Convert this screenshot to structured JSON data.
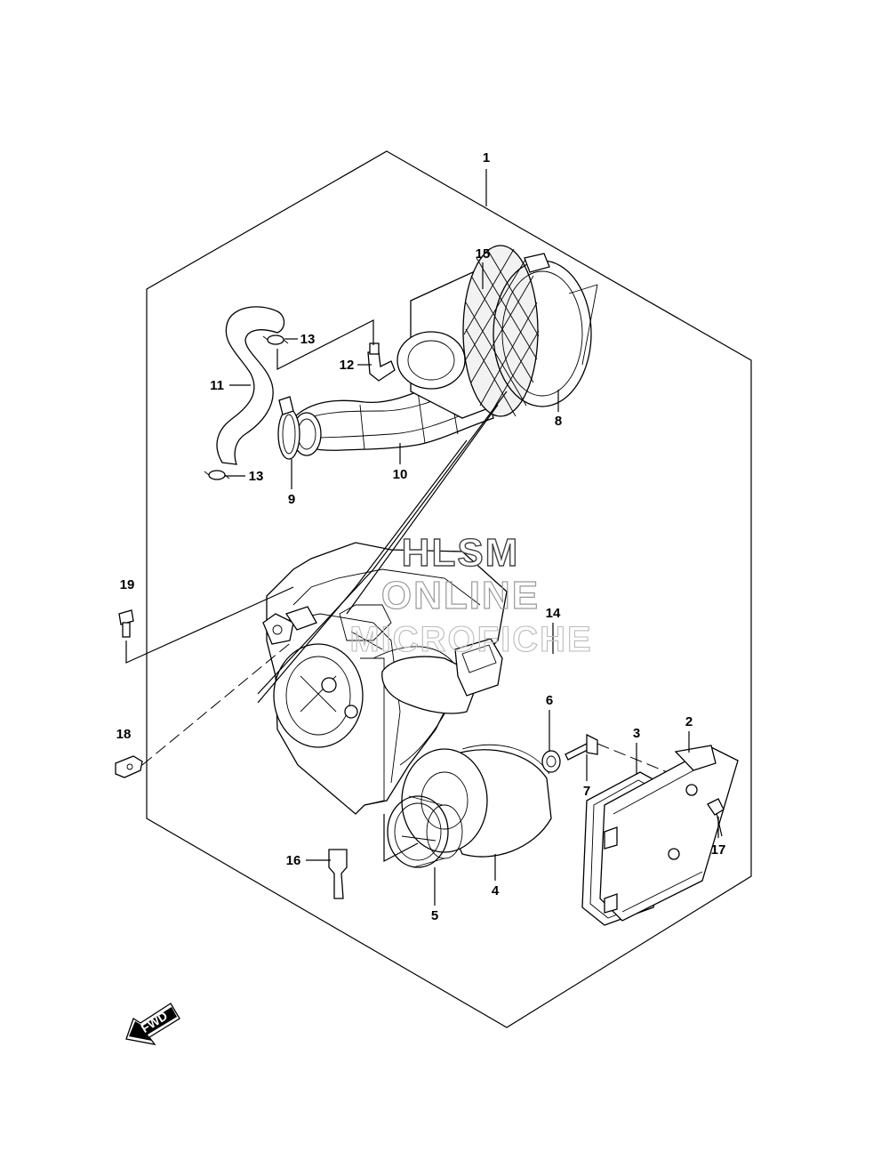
{
  "callouts": [
    {
      "id": "p1",
      "label": "1"
    },
    {
      "id": "p2",
      "label": "2"
    },
    {
      "id": "p3",
      "label": "3"
    },
    {
      "id": "p4",
      "label": "4"
    },
    {
      "id": "p5",
      "label": "5"
    },
    {
      "id": "p6",
      "label": "6"
    },
    {
      "id": "p7",
      "label": "7"
    },
    {
      "id": "p8",
      "label": "8"
    },
    {
      "id": "p9",
      "label": "9"
    },
    {
      "id": "p10",
      "label": "10"
    },
    {
      "id": "p11",
      "label": "11"
    },
    {
      "id": "p12",
      "label": "12"
    },
    {
      "id": "p13a",
      "label": "13"
    },
    {
      "id": "p13b",
      "label": "13"
    },
    {
      "id": "p14",
      "label": "14"
    },
    {
      "id": "p15",
      "label": "15"
    },
    {
      "id": "p16",
      "label": "16"
    },
    {
      "id": "p17",
      "label": "17"
    },
    {
      "id": "p18",
      "label": "18"
    },
    {
      "id": "p19",
      "label": "19"
    }
  ],
  "watermark": {
    "line1": "HLSM",
    "line2": "ONLINE",
    "line3": "MICROFICHE"
  },
  "fwd_label": "FWD"
}
